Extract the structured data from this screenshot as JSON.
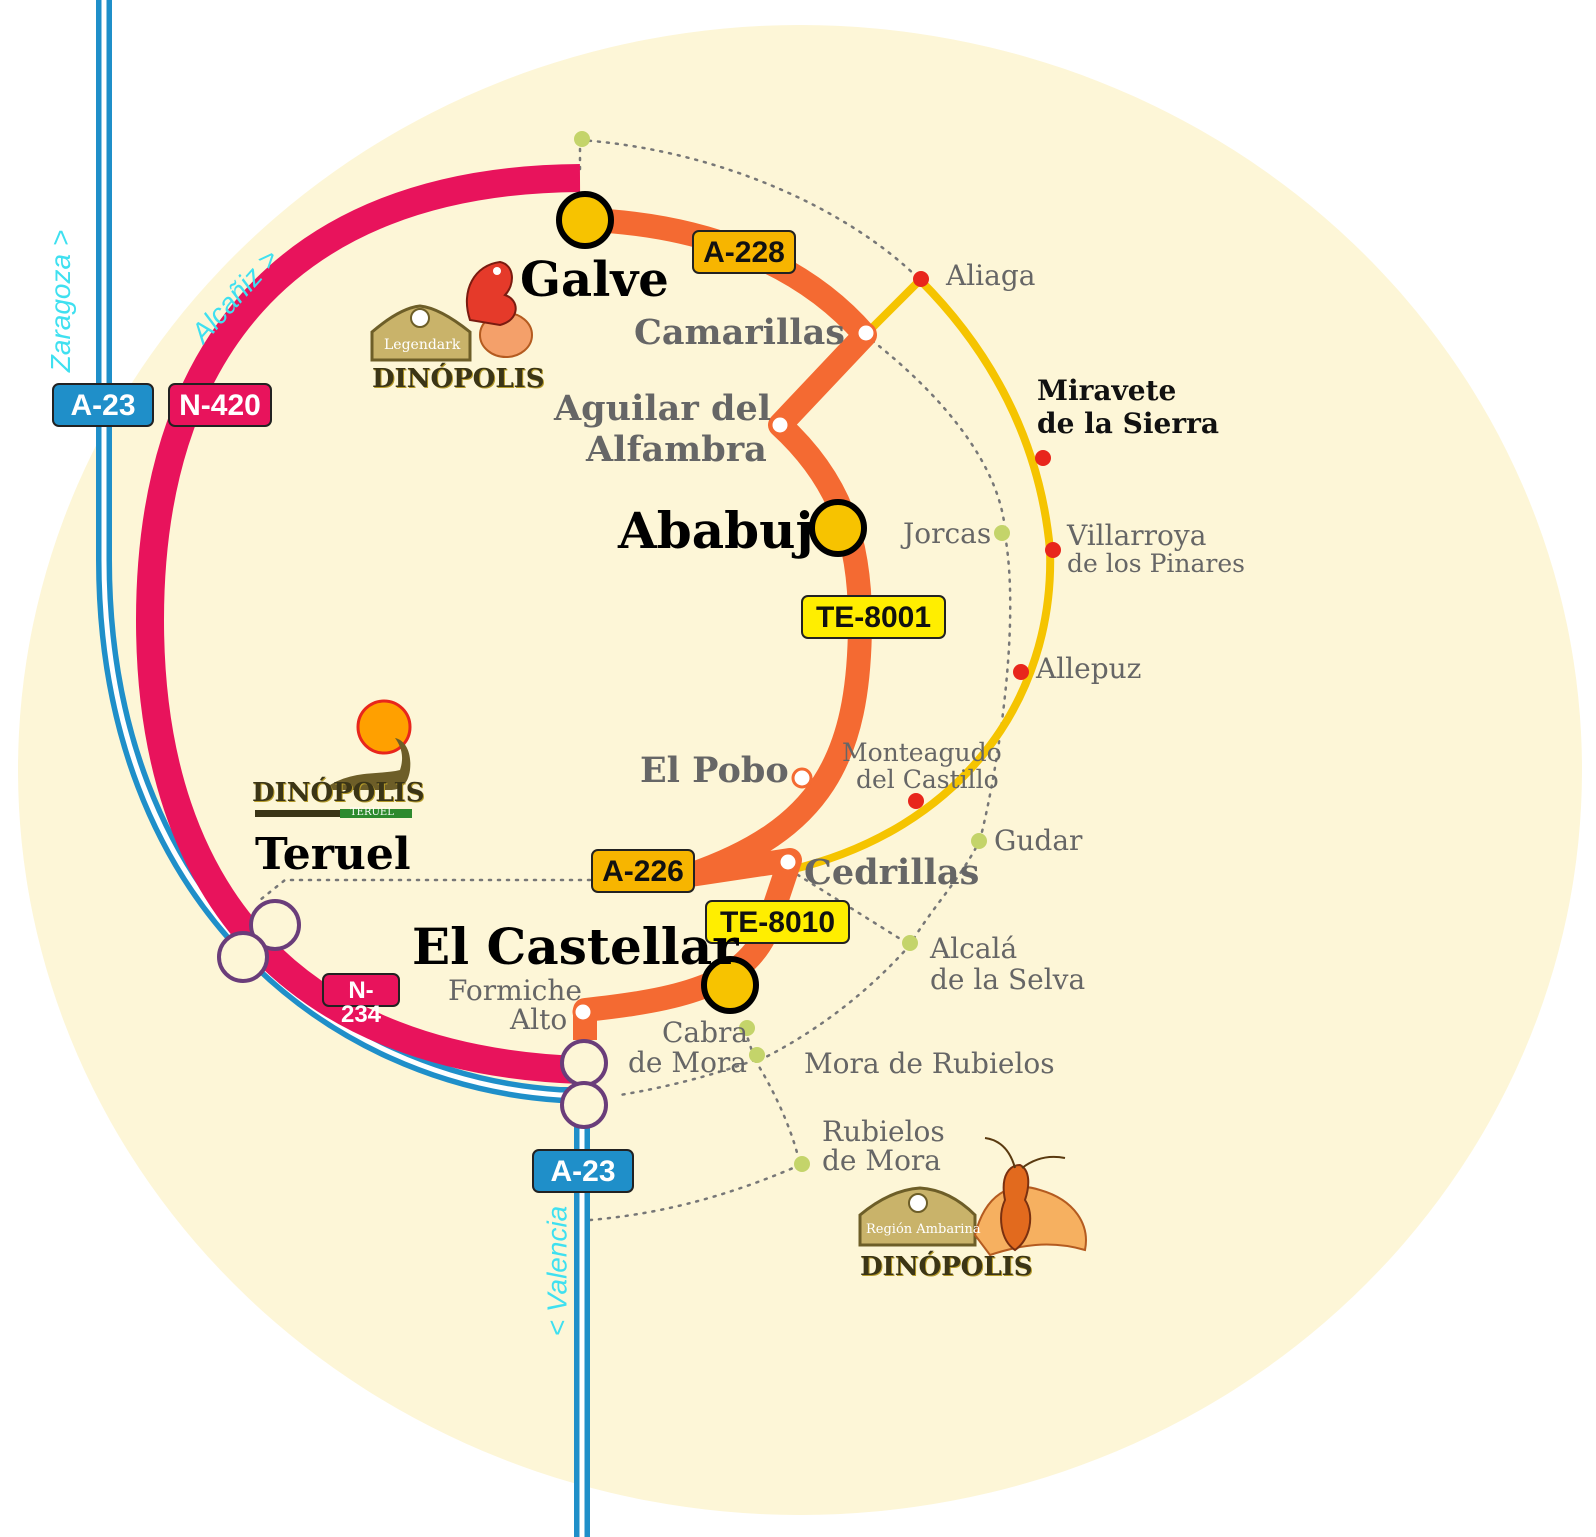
{
  "colors": {
    "background_disc": "#fdf6d7",
    "n420_n234_route": "#e8135c",
    "a228_te8001_route": "#f46a32",
    "miravete_route": "#f5c400",
    "a23_motorway": "#1f8fc9",
    "node_dot_red": "#e8261c",
    "node_dot_green": "#c4d46a",
    "node_major": "#f7c300"
  },
  "roads": {
    "a23_north": "A-23",
    "n420": "N-420",
    "a228": "A-228",
    "te8001": "TE-8001",
    "a226": "A-226",
    "te8010": "TE-8010",
    "n234": "N-234",
    "a23_south": "A-23"
  },
  "directions": {
    "zaragoza": "Zaragoza >",
    "alcaniz": "Alcañiz >",
    "valencia": "< Valencia"
  },
  "towns": {
    "galve": "Galve",
    "camarillas": "Camarillas",
    "aguilar_line1": "Aguilar del",
    "aguilar_line2": "Alfambra",
    "ababuj": "Ababuj",
    "el_pobo": "El Pobo",
    "teruel": "Teruel",
    "el_castellar": "El Castellar",
    "formiche_line1": "Formiche",
    "formiche_line2": "Alto",
    "cabra_line1": "Cabra",
    "cabra_line2": "de Mora",
    "cedrillas": "Cedrillas",
    "aliaga": "Aliaga",
    "miravete_line1": "Miravete",
    "miravete_line2": "de la Sierra",
    "jorcas": "Jorcas",
    "villarroya_line1": "Villarroya",
    "villarroya_line2": "de los Pinares",
    "allepuz": "Allepuz",
    "monteagudo_line1": "Monteagudo",
    "monteagudo_line2": "del Castillo",
    "gudar": "Gudar",
    "alcala_line1": "Alcalá",
    "alcala_line2": "de la Selva",
    "mora_rubielos": "Mora de Rubielos",
    "rubielos_line1": "Rubielos",
    "rubielos_line2": "de Mora"
  },
  "logos": {
    "legendark_badge": "Legendark",
    "legendark_brand": "DINÓPOLIS",
    "teruel_brand": "DINÓPOLIS",
    "teruel_sub": "TERUEL",
    "ambarina_badge": "Región Ambarina",
    "ambarina_brand": "DINÓPOLIS"
  }
}
